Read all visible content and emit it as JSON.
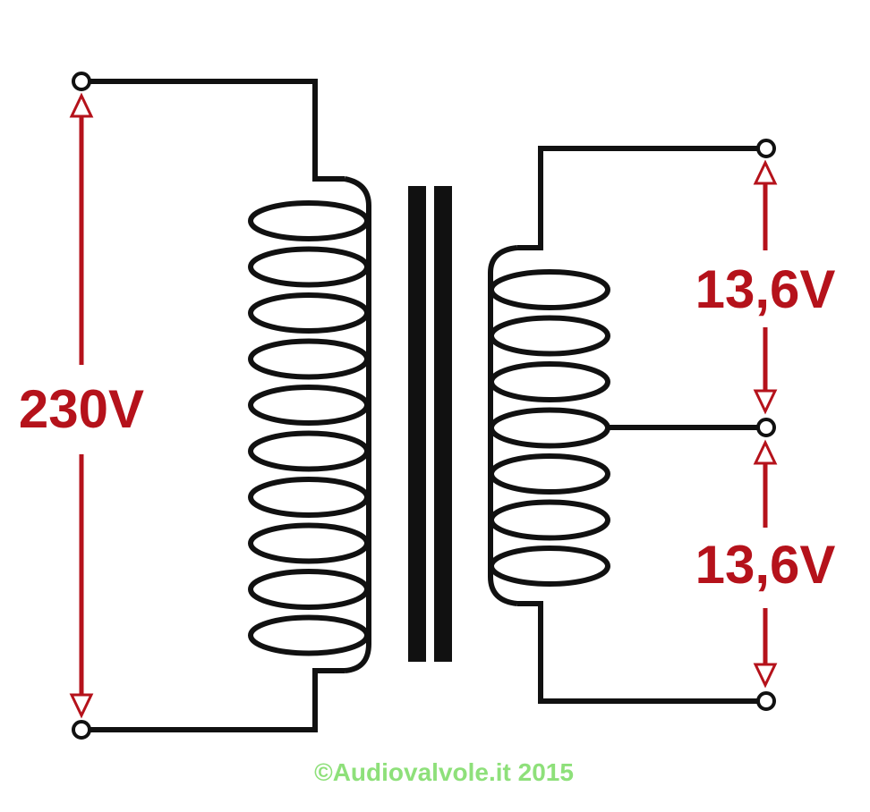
{
  "labels": {
    "primary_voltage": "230V",
    "secondary_upper_voltage": "13,6V",
    "secondary_lower_voltage": "13,6V",
    "copyright": "©Audiovalvole.it 2015"
  },
  "colors": {
    "wire": "#111111",
    "label": "#b5121b",
    "copyright": "#8ee07a",
    "background": "#ffffff"
  },
  "diagram": {
    "primary_turns": 10,
    "secondary_turns": 7,
    "secondary_center_tap": true
  }
}
